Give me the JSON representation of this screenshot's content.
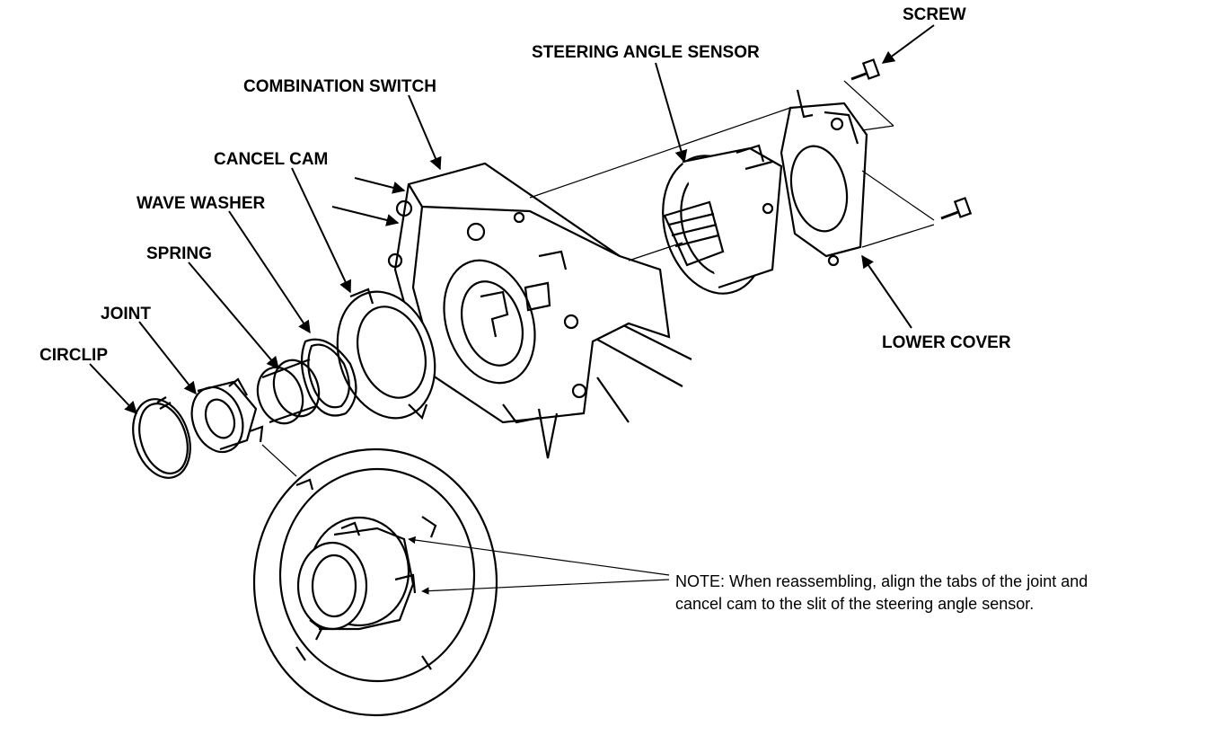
{
  "labels": {
    "screw": "SCREW",
    "steering_angle_sensor": "STEERING ANGLE SENSOR",
    "combination_switch": "COMBINATION SWITCH",
    "cancel_cam": "CANCEL CAM",
    "wave_washer": "WAVE WASHER",
    "spring": "SPRING",
    "joint": "JOINT",
    "circlip": "CIRCLIP",
    "lower_cover": "LOWER COVER"
  },
  "note": {
    "line1": "NOTE:  When reassembling, align the tabs of the joint and",
    "line2": "cancel cam to the slit of the steering angle sensor."
  }
}
